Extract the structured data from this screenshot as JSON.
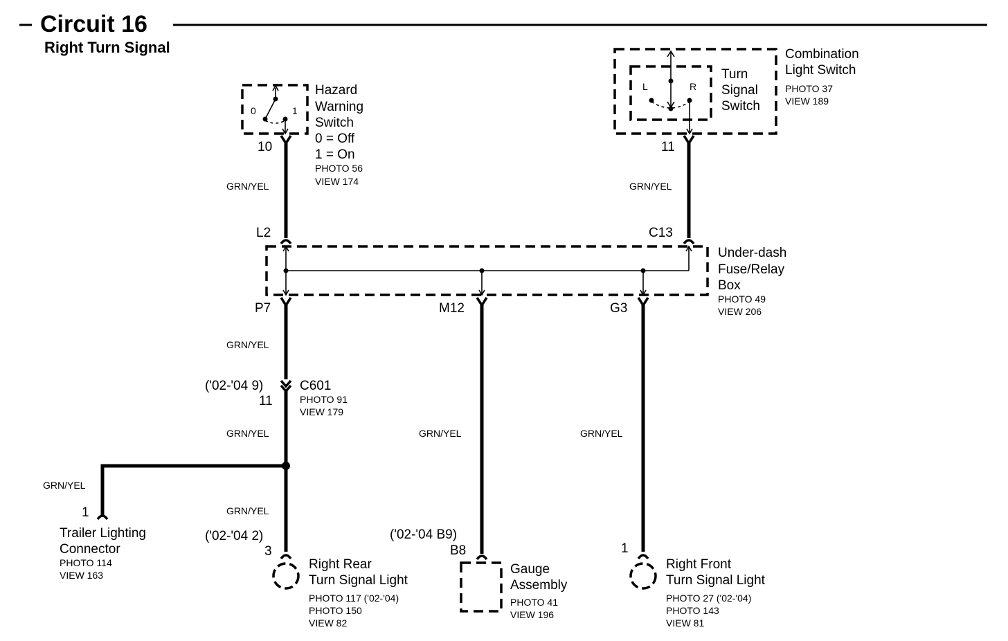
{
  "header": {
    "title": "Circuit 16",
    "subtitle": "Right Turn Signal"
  },
  "hazard_switch": {
    "name": [
      "Hazard",
      "Warning",
      "Switch"
    ],
    "states": [
      "0 = Off",
      "1 = On"
    ],
    "refs": [
      "PHOTO 56",
      "VIEW 174"
    ],
    "pos_off": "0",
    "pos_on": "1",
    "pin": "10"
  },
  "combination_switch": {
    "name": [
      "Combination",
      "Light Switch"
    ],
    "refs": [
      "PHOTO 37",
      "VIEW 189"
    ],
    "inner_name": [
      "Turn",
      "Signal",
      "Switch"
    ],
    "pos_left": "L",
    "pos_right": "R",
    "pin": "11"
  },
  "fuse_box": {
    "name": [
      "Under-dash",
      "Fuse/Relay",
      "Box"
    ],
    "refs": [
      "PHOTO 49",
      "VIEW 206"
    ],
    "pins": {
      "l2": "L2",
      "c13": "C13",
      "p7": "P7",
      "m12": "M12",
      "g3": "G3"
    }
  },
  "connector_c601": {
    "name": "C601",
    "refs": [
      "PHOTO 91",
      "VIEW 179"
    ],
    "pin_upper": "('02-'04 9)",
    "pin_lower": "11"
  },
  "wire_color": "GRN/YEL",
  "trailer_connector": {
    "name": [
      "Trailer Lighting",
      "Connector"
    ],
    "refs": [
      "PHOTO 114",
      "VIEW 163"
    ],
    "pin": "1"
  },
  "rear_light": {
    "name": [
      "Right Rear",
      "Turn Signal Light"
    ],
    "refs": [
      "PHOTO 117 ('02-'04)",
      "PHOTO 150",
      "VIEW 82"
    ],
    "pin_upper": "('02-'04 2)",
    "pin_lower": "3"
  },
  "gauge": {
    "name": [
      "Gauge",
      "Assembly"
    ],
    "refs": [
      "PHOTO 41",
      "VIEW 196"
    ],
    "pin_upper": "('02-'04 B9)",
    "pin_lower": "B8"
  },
  "front_light": {
    "name": [
      "Right Front",
      "Turn Signal Light"
    ],
    "refs": [
      "PHOTO 27 ('02-'04)",
      "PHOTO 143",
      "VIEW 81"
    ],
    "pin": "1"
  }
}
